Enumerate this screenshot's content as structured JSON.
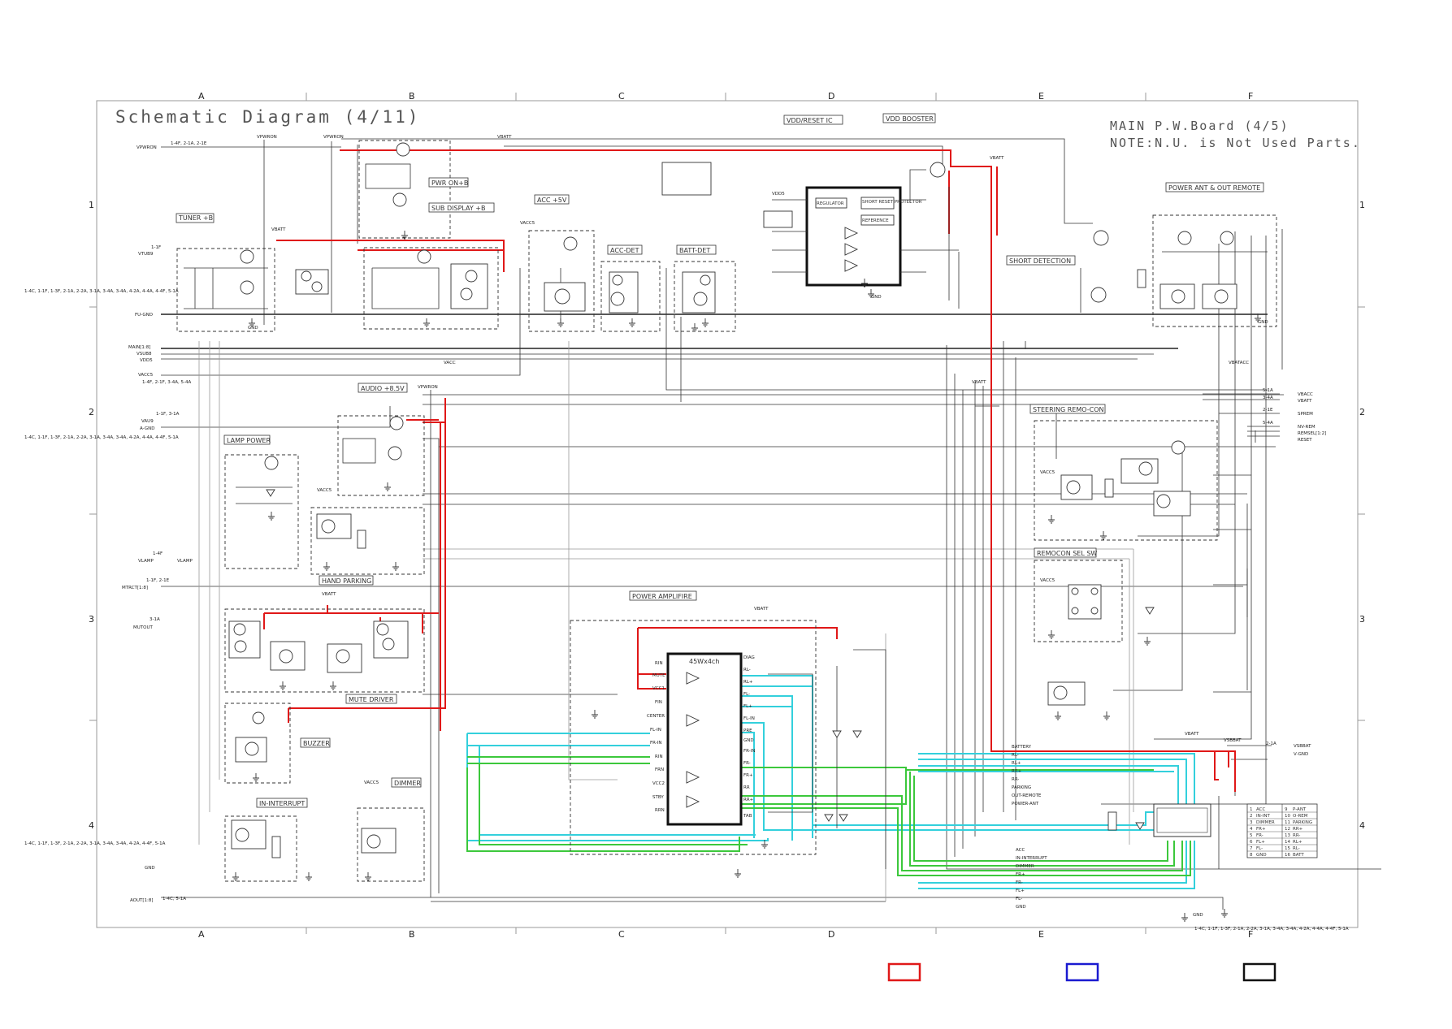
{
  "header": {
    "title": "Schematic Diagram (4/11)",
    "board": "MAIN P.W.Board (4/5)",
    "note": "NOTE:N.U. is Not Used Parts."
  },
  "grid": {
    "columns": [
      "A",
      "B",
      "C",
      "D",
      "E",
      "F"
    ],
    "rows": [
      "1",
      "2",
      "3",
      "4"
    ]
  },
  "blocks": {
    "tuner_b": "TUNER +B",
    "pwr_on_b": "PWR ON+B",
    "sub_display_b": "SUB DISPLAY +B",
    "acc_5v": "ACC +5V",
    "acc_det": "ACC-DET",
    "batt_det": "BATT-DET",
    "vdd_reset_ic": "VDD/RESET IC",
    "vdd_booster": "VDD BOOSTER",
    "power_ant_out_remote": "POWER ANT & OUT REMOTE",
    "short_detection": "SHORT DETECTION",
    "audio_8_5v": "AUDIO +8.5V",
    "lamp_power": "LAMP POWER",
    "hand_parking": "HAND PARKING",
    "mute_driver": "MUTE DRIVER",
    "buzzer": "BUZZER",
    "in_interrupt": "IN-INTERRUPT",
    "dimmer": "DIMMER",
    "power_amplifire": "POWER AMPLIFIRE",
    "steering_remo_con": "STEERING REMO-CON",
    "remocon_sel_sw": "REMOCON SEL SW"
  },
  "power_rails": {
    "vpwron": "VPWRON",
    "vbatt": "VBATT",
    "vacc5": "VACC5",
    "vacc": "VACC",
    "vdd5": "VDD5",
    "vamp": "VLAMP",
    "gnd": "GND",
    "vbatacc": "VBATACC",
    "vsbbat": "VSBBAT"
  },
  "left_connectors": {
    "vpwron": "VPWRON",
    "vtub9": "VTUB9",
    "fu_gnd": "FU-GND",
    "main": "MAIN[1:8]",
    "vsub8": "VSUB8",
    "vdd5": "VDD5",
    "vacc5": "VACC5",
    "vau9": "VAU9",
    "a_gnd": "A-GND",
    "vlamp": "VLAMP",
    "mtrct": "MTRCT[1:8]",
    "mutout": "MUTOUT",
    "gnd": "GND",
    "aout": "AOUT[1:8]"
  },
  "right_connectors": {
    "vbacc": "VBACC",
    "vbatt": "VBATT",
    "sprem": "SPREM",
    "nv_rem": "NV-REM",
    "remsel": "REMSEL[1:2]",
    "reset": "RESET",
    "vsbbat": "VSBBAT",
    "v_gnd": "V-GND"
  },
  "ic": {
    "amp_name": "45Wx4ch",
    "reset_ic_parts": [
      "REGULATOR",
      "SHORT RESET PROTECTOR",
      "REFERENCE"
    ],
    "amp_pins_left": [
      "RIN",
      "MUTE",
      "VCC1",
      "FIN",
      "CENTER",
      "FL-IN",
      "FR-IN",
      "RIN",
      "FRN",
      "VCC2",
      "STBY",
      "RRN"
    ],
    "amp_pins_right": [
      "DIAG",
      "RL-",
      "RL+",
      "FL-",
      "FL+",
      "FL-IN",
      "PRE",
      "GND",
      "FR-IN",
      "FR-",
      "FR+",
      "RR",
      "RR+",
      "TAB"
    ]
  },
  "harness_right": [
    "BATTERY",
    "RL-",
    "RL+",
    "RR+",
    "RR-",
    "PARKING",
    "OUT-REMOTE",
    "POWER-ANT"
  ],
  "harness_bottom": [
    "ACC",
    "IN-INTERRUPT",
    "DIMMER",
    "FR+",
    "FR-",
    "FL+",
    "FL-",
    "GND"
  ],
  "pin_table": [
    [
      "1",
      "ACC",
      "9",
      "P-ANT"
    ],
    [
      "2",
      "IN-INT",
      "10",
      "O-REM"
    ],
    [
      "3",
      "DIMMER",
      "11",
      "PARKING"
    ],
    [
      "4",
      "FR+",
      "12",
      "RR+"
    ],
    [
      "5",
      "FR-",
      "13",
      "RR-"
    ],
    [
      "6",
      "FL+",
      "14",
      "RL+"
    ],
    [
      "7",
      "FL-",
      "15",
      "RL-"
    ],
    [
      "8",
      "GND",
      "16",
      "BATT"
    ]
  ],
  "ref_codes": {
    "vpwron_dest": "1-4F, 2-1A, 2-1E",
    "tuner_dest": "1-1F",
    "fu_gnd_dest": "1-4C, 1-1F, 1-3F, 2-1A, 2-2A, 3-1A, 3-4A, 3-4A, 4-2A, 4-4A, 4-4F, 5-1A",
    "vacc5_dest": "1-4F, 2-1F, 3-4A, 5-4A",
    "vau9_dest": "1-1F, 3-1A",
    "a_gnd_dest": "1-4C, 1-1F, 1-3F, 2-1A, 2-2A, 3-1A, 3-4A, 3-4A, 4-2A, 4-4A, 4-4F, 5-1A",
    "vlamp_dest": "1-4F",
    "mtrct_dest": "1-1F, 2-1E",
    "mutout_dest": "3-1A",
    "gnd_dest": "1-4C, 1-1F, 1-3F, 2-1A, 2-2A, 3-1A, 3-4A, 3-4A, 4-2A, 4-4F, 5-1A",
    "aout_dest": "1-4C, 5-1A",
    "vsbbat_dest": "2-1A",
    "vsbbat_gnd": "1-4C, 1-1F, 1-3F, 2-1A, 2-2A, 3-1A, 3-4A, 3-4A, 4-2A, 4-4A, 4-4F, 5-1A",
    "vbacc_dest": "5-1A",
    "vbatt_dest": "3-4A",
    "sprem_dest": "2-1E",
    "nv_rem_dest": "5-4A"
  },
  "legend": {
    "colors": [
      "#e01818",
      "#1a1ad0",
      "#111111"
    ]
  }
}
